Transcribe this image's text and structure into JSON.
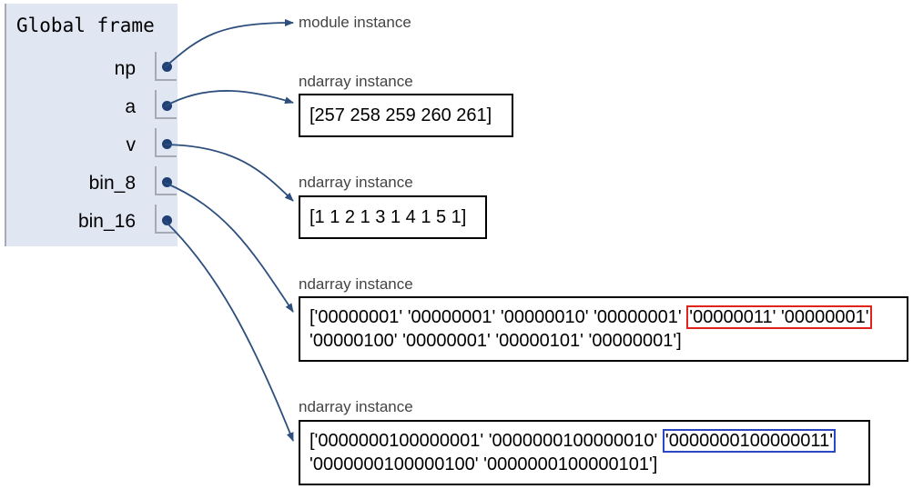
{
  "frame": {
    "title": "Global frame",
    "variables": [
      {
        "name": "np"
      },
      {
        "name": "a"
      },
      {
        "name": "v"
      },
      {
        "name": "bin_8"
      },
      {
        "name": "bin_16"
      }
    ]
  },
  "objects": {
    "module": {
      "label": "module instance"
    },
    "a": {
      "label": "ndarray instance",
      "value": "[257 258 259 260 261]"
    },
    "v": {
      "label": "ndarray instance",
      "value": "[1 1 2 1 3 1 4 1 5 1]"
    },
    "bin_8": {
      "label": "ndarray instance",
      "line1_pre": "['00000001' '00000001' '00000010' '00000001' ",
      "line1_highlight": "'00000011' '00000001'",
      "line2": " '00000100' '00000001' '00000101' '00000001']",
      "highlight_color": "#e0241c"
    },
    "bin_16": {
      "label": "ndarray instance",
      "line1_pre": "['0000000100000001' '0000000100000010' ",
      "line1_highlight": "'0000000100000011'",
      "line2": " '0000000100000100' '0000000100000101']",
      "highlight_color": "#2b47c4"
    }
  },
  "colors": {
    "frame_bg": "#e1e6f3",
    "pointer": "#1f3f75",
    "arrow": "#2d4f7e"
  }
}
